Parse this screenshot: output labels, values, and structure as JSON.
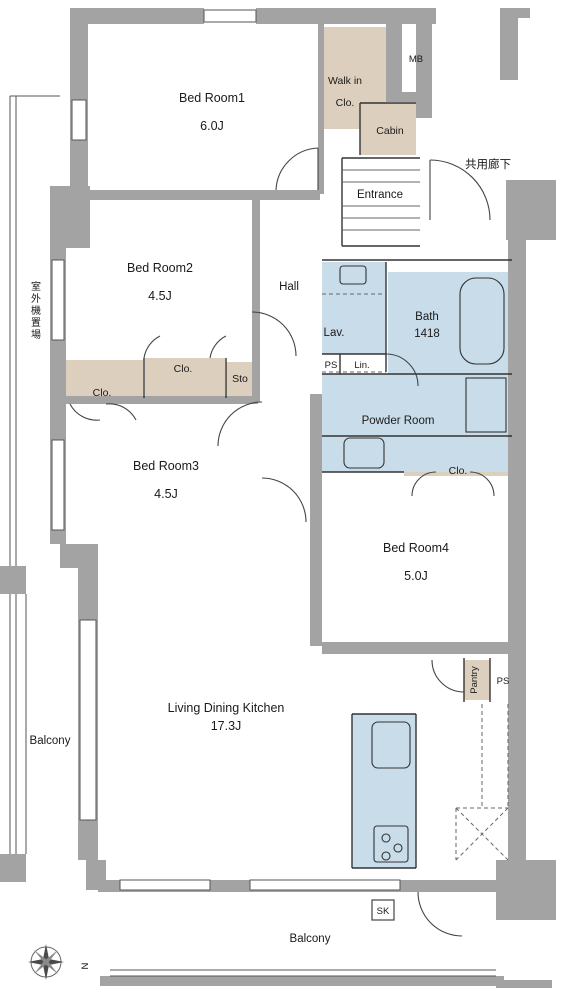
{
  "rooms": {
    "bed1": {
      "name": "Bed Room1",
      "size": "6.0J"
    },
    "bed2": {
      "name": "Bed Room2",
      "size": "4.5J"
    },
    "bed3": {
      "name": "Bed Room3",
      "size": "4.5J"
    },
    "bed4": {
      "name": "Bed Room4",
      "size": "5.0J"
    },
    "ldk": {
      "name": "Living Dining Kitchen",
      "size": "17.3J"
    },
    "walkin": {
      "line1": "Walk in",
      "line2": "Clo."
    },
    "cabin": "Cabin",
    "mb": "MB",
    "entrance": "Entrance",
    "corridor": "共用廊下",
    "hall": "Hall",
    "lav": "Lav.",
    "bath": {
      "name": "Bath",
      "size": "1418"
    },
    "ps1": "PS",
    "lin": "Lin.",
    "powder": "Powder Room",
    "clo_bed2": "Clo.",
    "clo_left": "Clo.",
    "sto": "Sto",
    "clo_bed4": "Clo.",
    "pantry": "Pantry",
    "ps2": "PS",
    "outdoor_unit": [
      "室",
      "外",
      "機",
      "置",
      "場"
    ],
    "balcony_side": "Balcony",
    "balcony_bottom": "Balcony",
    "sk": "SK",
    "north": "N"
  },
  "colors": {
    "wall": "#a3a3a3",
    "closet": "#dccfbd",
    "water": "#c9dcea"
  }
}
